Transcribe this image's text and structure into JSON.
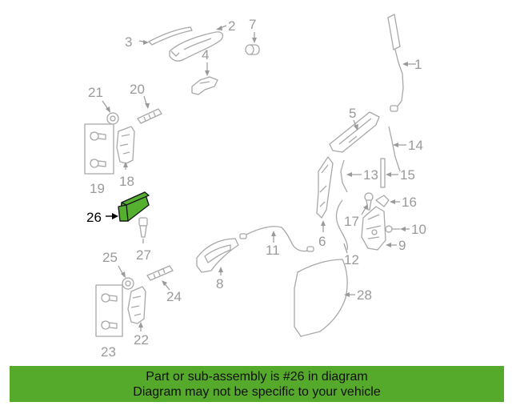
{
  "diagram": {
    "callouts": [
      "1",
      "2",
      "3",
      "4",
      "5",
      "6",
      "7",
      "8",
      "9",
      "10",
      "11",
      "12",
      "13",
      "14",
      "15",
      "16",
      "17",
      "18",
      "19",
      "20",
      "21",
      "22",
      "23",
      "24",
      "25",
      "26",
      "27",
      "28"
    ],
    "highlighted_callout": "26",
    "highlight_color": "#55b02f"
  },
  "banner": {
    "line1": "Part or sub-assembly is #26 in diagram",
    "line2": "Diagram may not be specific to your vehicle",
    "background": "#56aa2b"
  }
}
